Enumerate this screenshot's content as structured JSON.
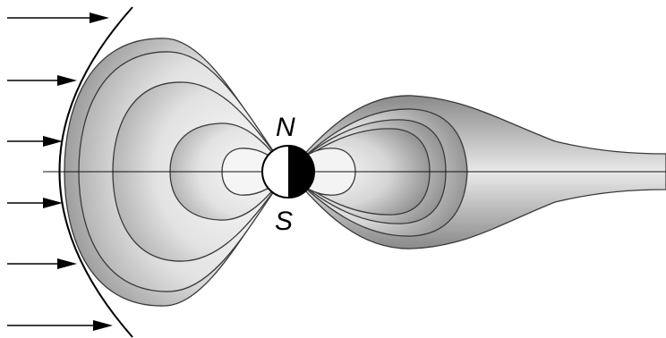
{
  "labels": {
    "north": "N",
    "south": "S"
  },
  "colors": {
    "outline": "#3a3a3a",
    "axis": "#111111",
    "planet_dark": "#000000",
    "planet_light": "#ffffff",
    "shell_dark": "#8c8c8c",
    "shell_mid": "#bdbdbd",
    "shell_light": "#f4f4f4"
  },
  "solar_wind_arrow_count": 6
}
